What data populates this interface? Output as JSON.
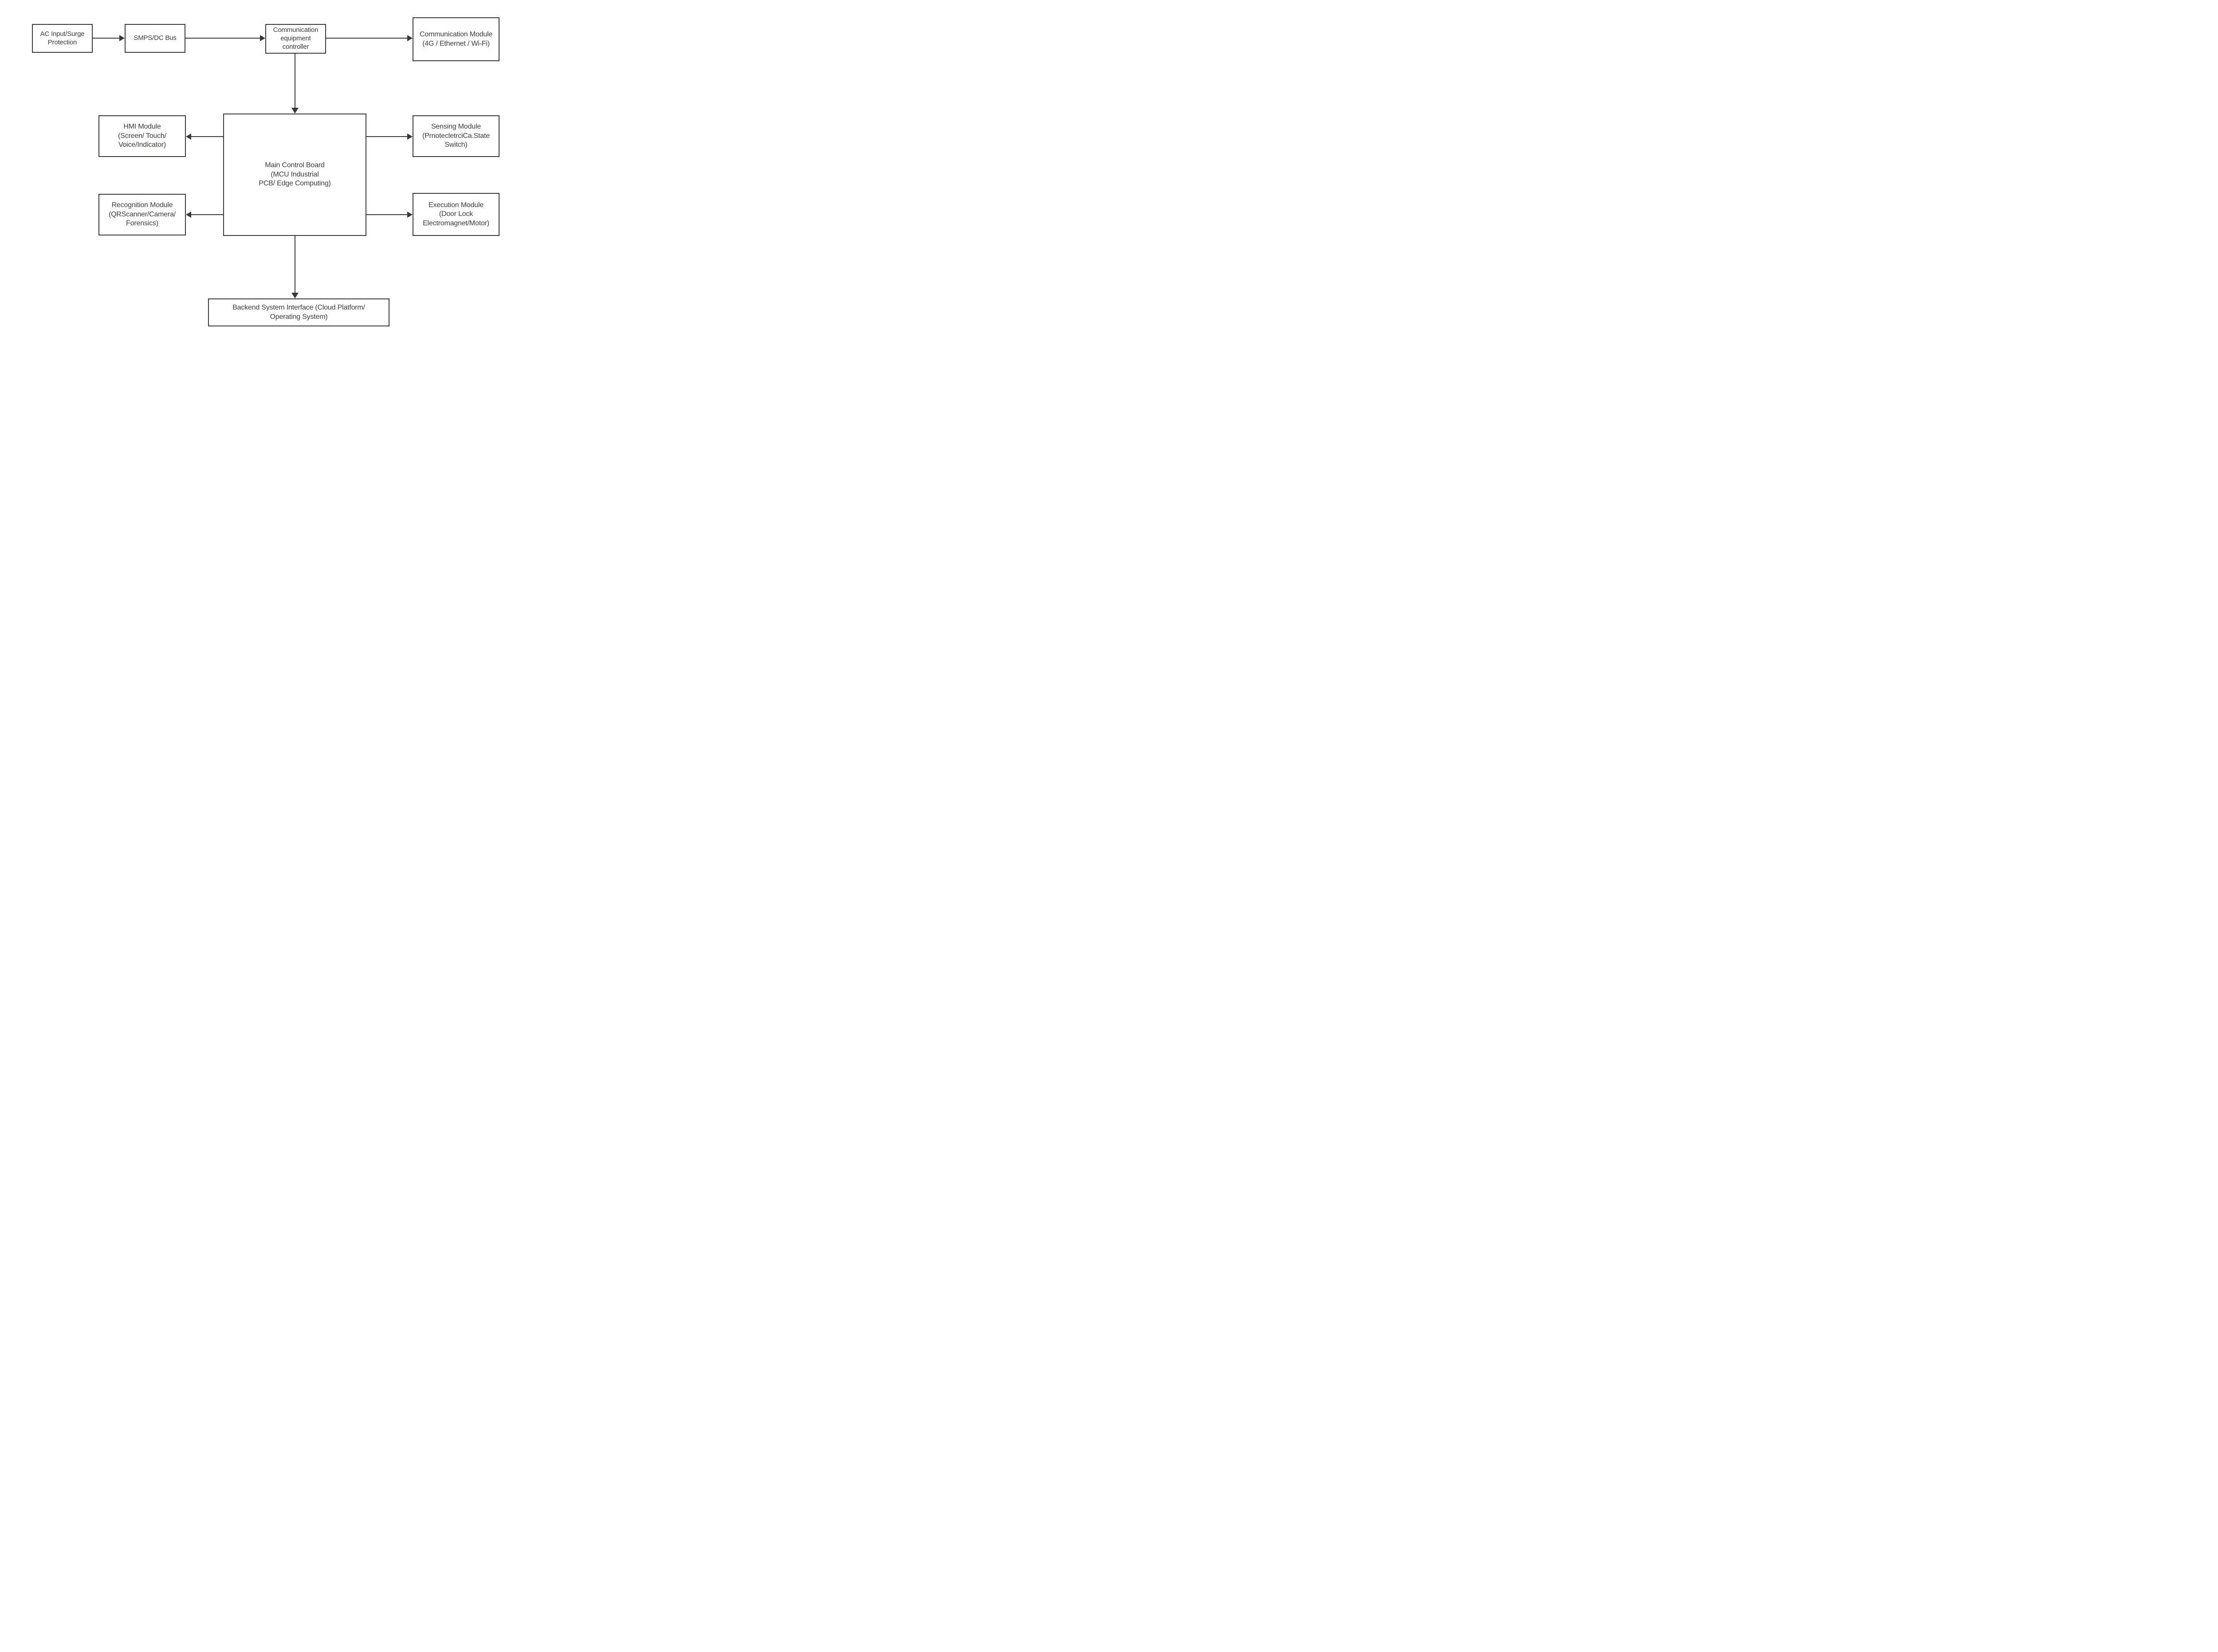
{
  "diagram": {
    "colors": {
      "line": "#3b3734",
      "text": "#3e3a38",
      "background": "#ffffff"
    },
    "nodes": {
      "ac": {
        "lines": [
          "AC Input/Surge",
          "Protection"
        ]
      },
      "smps": {
        "lines": [
          "SMPS/DC Bus"
        ]
      },
      "cec": {
        "lines": [
          "Communication",
          "equipment",
          "controller"
        ]
      },
      "cm": {
        "lines": [
          "Communication Module",
          "(4G / Ethernet / Wi-Fi)"
        ]
      },
      "hmi": {
        "lines": [
          "HMI Module",
          "(Screen/ Touch/",
          "Voice/Indicator)"
        ]
      },
      "main": {
        "lines": [
          "Main Control Board",
          "(MCU Industrial",
          "PCB/ Edge Computing)"
        ]
      },
      "sensing": {
        "lines": [
          "Sensing Module",
          "(PrnotecletrciCa.State",
          "Switch)"
        ]
      },
      "recognition": {
        "lines": [
          "Recognition Module",
          "(QRScanner/Camera/",
          "Forensics)"
        ]
      },
      "execution": {
        "lines": [
          "Execution Module",
          "(Door Lock",
          "Electromagnet/Motor)"
        ]
      },
      "backend": {
        "lines": [
          "Backend System Interface (Cloud Platform/",
          "Operating System)"
        ]
      }
    },
    "edges": [
      {
        "from": "ac",
        "to": "smps",
        "direction": "right"
      },
      {
        "from": "smps",
        "to": "cec",
        "direction": "right"
      },
      {
        "from": "cec",
        "to": "cm",
        "direction": "right"
      },
      {
        "from": "cec",
        "to": "main",
        "direction": "down"
      },
      {
        "from": "main",
        "to": "hmi",
        "direction": "left"
      },
      {
        "from": "main",
        "to": "sensing",
        "direction": "right"
      },
      {
        "from": "main",
        "to": "recognition",
        "direction": "left"
      },
      {
        "from": "main",
        "to": "execution",
        "direction": "right"
      },
      {
        "from": "main",
        "to": "backend",
        "direction": "down"
      }
    ]
  }
}
